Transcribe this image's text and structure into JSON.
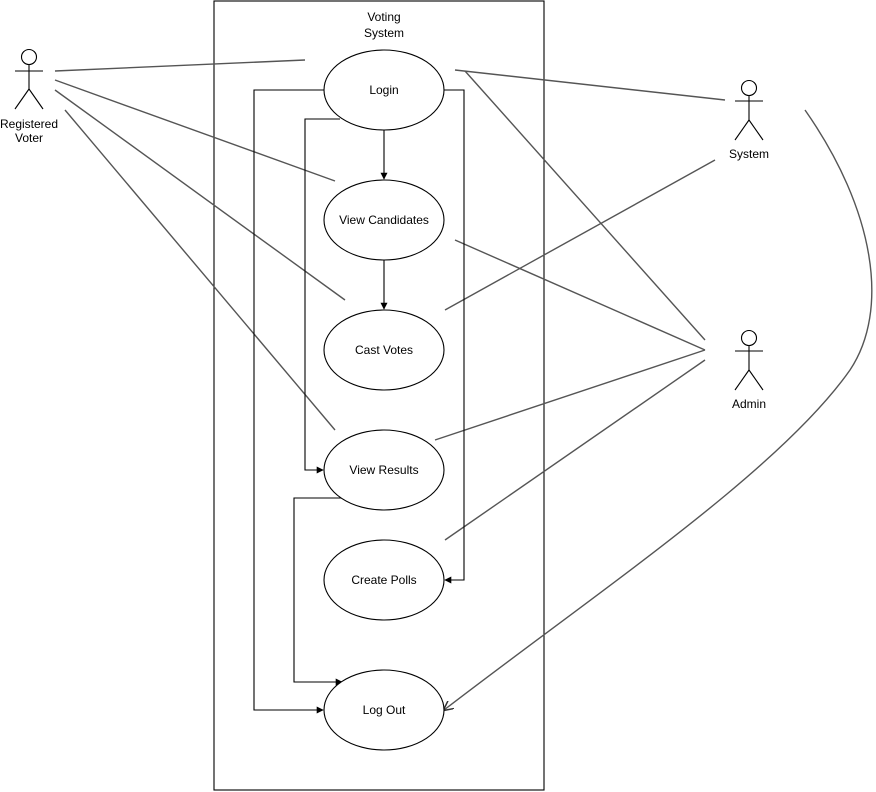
{
  "system": {
    "title_line1": "Voting",
    "title_line2": "System"
  },
  "actors": {
    "registered_voter": {
      "label_line1": "Registered",
      "label_line2": "Voter"
    },
    "system": {
      "label": "System"
    },
    "admin": {
      "label": "Admin"
    }
  },
  "use_cases": {
    "login": "Login",
    "view_candidates": "View Candidates",
    "cast_votes": "Cast Votes",
    "view_results": "View Results",
    "create_polls": "Create Polls",
    "log_out": "Log Out"
  },
  "colors": {
    "association_line": "#555555",
    "flow_line": "#000000",
    "shape_stroke": "#000000",
    "background": "#ffffff"
  }
}
